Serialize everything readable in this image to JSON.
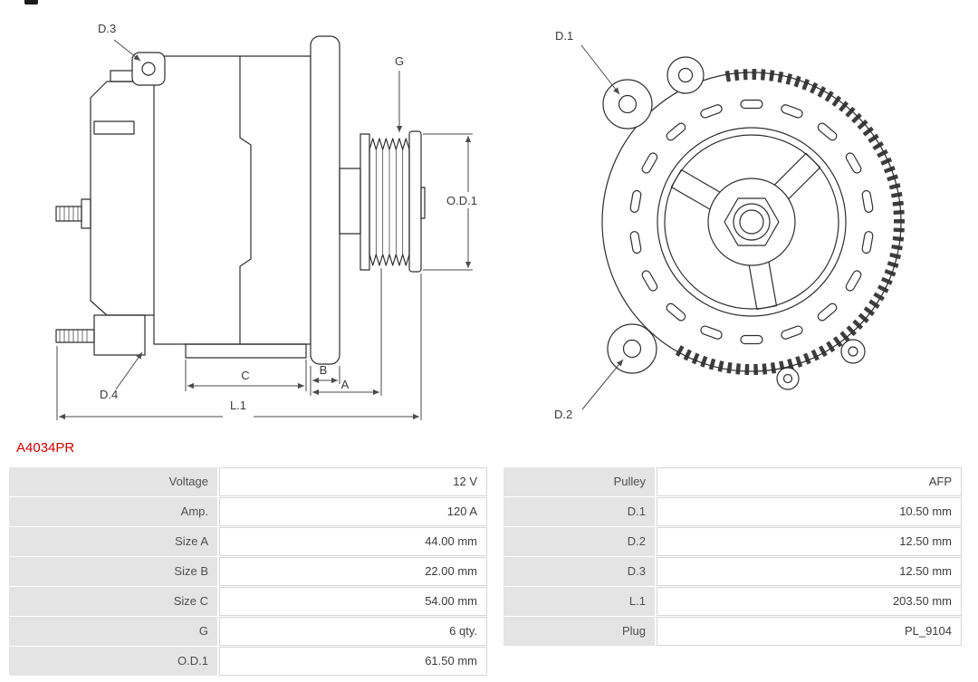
{
  "accent_color": "#cc0000",
  "part": {
    "number": "A4034PR"
  },
  "diagram": {
    "side": {
      "d3": "D.3",
      "d4": "D.4",
      "g": "G",
      "od1": "O.D.1",
      "c": "C",
      "b": "B",
      "a": "A",
      "l1": "L.1"
    },
    "front": {
      "d1": "D.1",
      "d2": "D.2"
    }
  },
  "specs": {
    "rows": [
      {
        "label_left": "Voltage",
        "value_left": "12 V",
        "label_right": "Pulley",
        "value_right": "AFP"
      },
      {
        "label_left": "Amp.",
        "value_left": "120 A",
        "label_right": "D.1",
        "value_right": "10.50 mm"
      },
      {
        "label_left": "Size A",
        "value_left": "44.00 mm",
        "label_right": "D.2",
        "value_right": "12.50 mm"
      },
      {
        "label_left": "Size B",
        "value_left": "22.00 mm",
        "label_right": "D.3",
        "value_right": "12.50 mm"
      },
      {
        "label_left": "Size C",
        "value_left": "54.00 mm",
        "label_right": "L.1",
        "value_right": "203.50 mm"
      },
      {
        "label_left": "G",
        "value_left": "6 qty.",
        "label_right": "Plug",
        "value_right": "PL_9104"
      },
      {
        "label_left": "O.D.1",
        "value_left": "61.50 mm",
        "label_right": "",
        "value_right": ""
      }
    ]
  }
}
